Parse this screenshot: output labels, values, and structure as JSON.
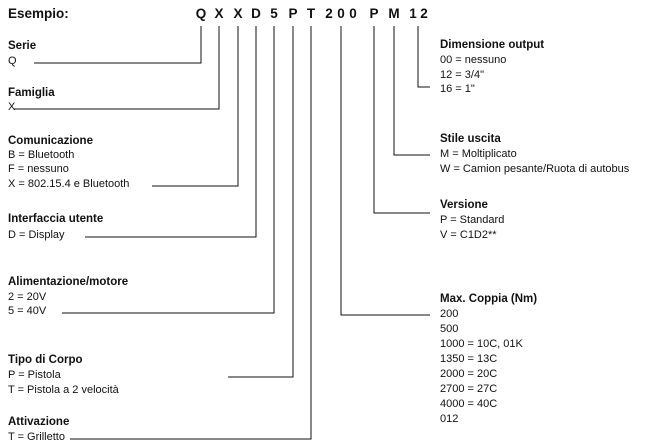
{
  "header": {
    "label": "Esempio:",
    "code": [
      "Q",
      "X",
      "X",
      "D",
      "5",
      "P",
      "T",
      "2",
      "0",
      "0",
      "P",
      "M",
      "1",
      "2"
    ]
  },
  "sections": {
    "serie": {
      "title": "Serie",
      "options": [
        "Q"
      ]
    },
    "famiglia": {
      "title": "Famiglia",
      "options": [
        "X"
      ]
    },
    "comunicazione": {
      "title": "Comunicazione",
      "options": [
        "B = Bluetooth",
        "F = nessuno",
        "X = 802.15.4 e Bluetooth"
      ]
    },
    "interfaccia": {
      "title": "Interfaccia utente",
      "options": [
        "D = Display"
      ]
    },
    "alimentazione": {
      "title": "Alimentazione/motore",
      "options": [
        "2 = 20V",
        "5 = 40V"
      ]
    },
    "corpo": {
      "title": "Tipo di Corpo",
      "options": [
        "P = Pistola",
        "T = Pistola a 2 velocità"
      ]
    },
    "attivazione": {
      "title": "Attivazione",
      "options": [
        "T = Grilletto"
      ]
    },
    "dimensione": {
      "title": "Dimensione output",
      "options": [
        "00 = nessuno",
        "12 = 3/4\"",
        "16 = 1\""
      ]
    },
    "stile": {
      "title": "Stile uscita",
      "options": [
        "M = Moltiplicato",
        "W = Camion pesante/Ruota di autobus"
      ]
    },
    "versione": {
      "title": "Versione",
      "options": [
        "P = Standard",
        "V = C1D2**"
      ]
    },
    "coppia": {
      "title": "Max. Coppia (Nm)",
      "options": [
        "200",
        "500",
        "1000 = 10C, 01K",
        "1350 = 13C",
        "2000 = 20C",
        "2700 = 27C",
        "4000 = 40C",
        "012"
      ]
    }
  }
}
